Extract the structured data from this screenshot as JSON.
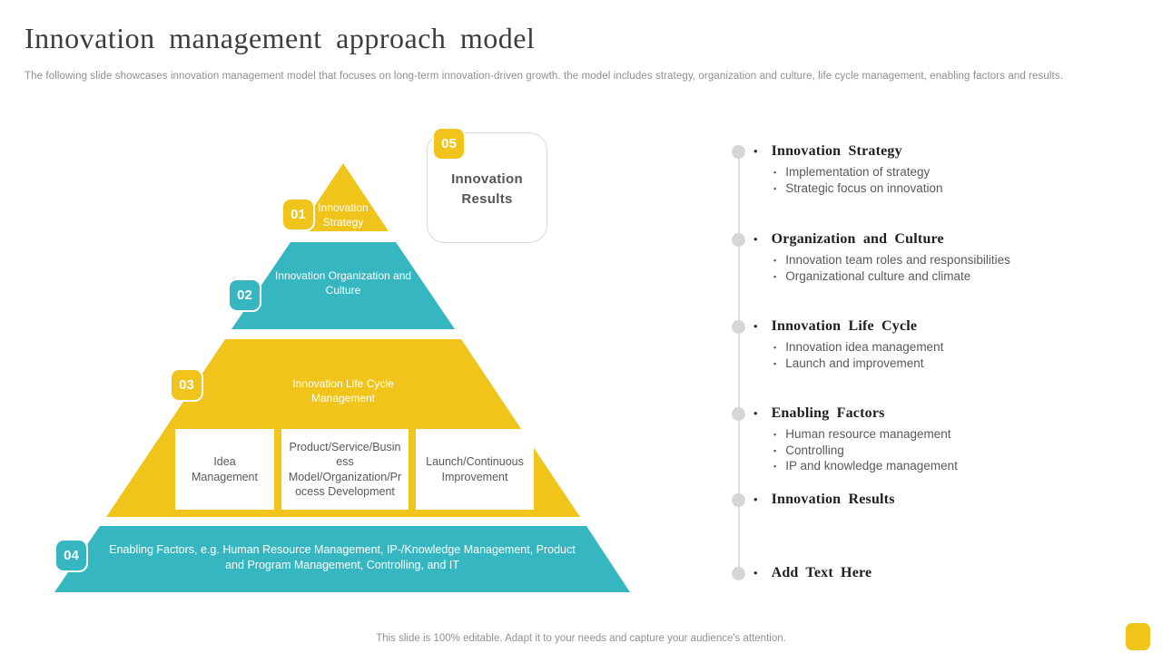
{
  "header": {
    "title": "Innovation management approach model",
    "subtitle": "The following slide showcases innovation management model that focuses on long-term innovation-driven growth. the model includes strategy, organization and culture, life cycle management, enabling factors and results."
  },
  "colors": {
    "yellow": "#F0C41A",
    "teal": "#35B6C0"
  },
  "pyramid": {
    "levels": [
      {
        "number": "01",
        "label": "Innovation Strategy",
        "color": "#F0C41A"
      },
      {
        "number": "02",
        "label": "Innovation Organization and Culture",
        "color": "#35B6C0"
      },
      {
        "number": "03",
        "label": "Innovation Life Cycle Management",
        "color": "#F0C41A",
        "boxes": [
          "Idea Management",
          "Product/Service/Business Model/Organization/Process Development",
          "Launch/Continuous Improvement"
        ]
      },
      {
        "number": "04",
        "label": "Enabling Factors, e.g. Human Resource Management, IP-/Knowledge Management, Product and Program Management, Controlling, and IT",
        "color": "#35B6C0"
      }
    ],
    "result_card": {
      "number": "05",
      "label": "Innovation Results"
    }
  },
  "right_panel": {
    "sections": [
      {
        "title": "Innovation Strategy",
        "items": [
          "Implementation of strategy",
          "Strategic focus on innovation"
        ]
      },
      {
        "title": "Organization and Culture",
        "items": [
          "Innovation team roles and responsibilities",
          "Organizational culture and climate"
        ]
      },
      {
        "title": "Innovation Life Cycle",
        "items": [
          "Innovation idea management",
          "Launch and improvement"
        ]
      },
      {
        "title": "Enabling Factors",
        "items": [
          "Human resource management",
          "Controlling",
          "IP and knowledge management"
        ]
      },
      {
        "title": "Innovation Results",
        "items": []
      },
      {
        "title": "Add Text Here",
        "items": []
      }
    ],
    "bullet_glyph": "•",
    "square_glyph": "▪"
  },
  "footer": {
    "note": "This slide is 100% editable. Adapt it to your needs and capture your audience's attention."
  }
}
